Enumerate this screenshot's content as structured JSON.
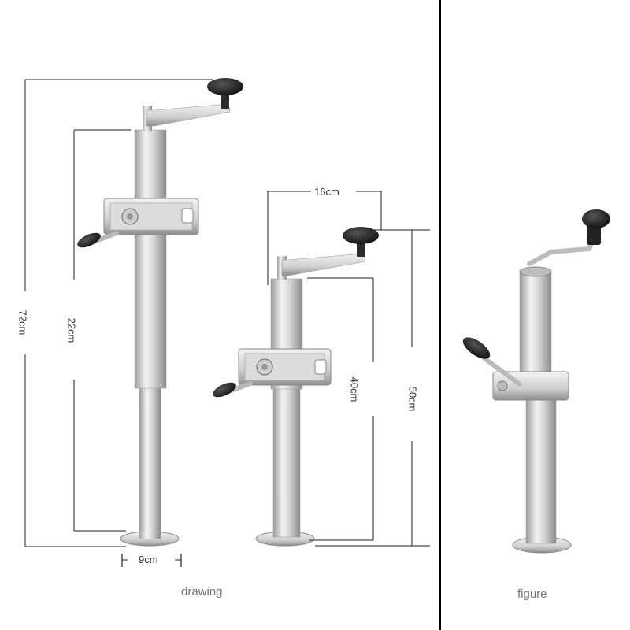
{
  "captions": {
    "drawing": "drawing",
    "figure": "figure"
  },
  "dimensions": {
    "total_height_large": "72cm",
    "inner_height_large": "22cm",
    "base_width": "9cm",
    "handle_width": "16cm",
    "inner_height_small": "40cm",
    "total_height_small": "50cm"
  },
  "colors": {
    "metal_light": "#e8e8e8",
    "metal_dark": "#8e8e8e",
    "knob": "#1c1c1c",
    "divider": "#000000"
  }
}
